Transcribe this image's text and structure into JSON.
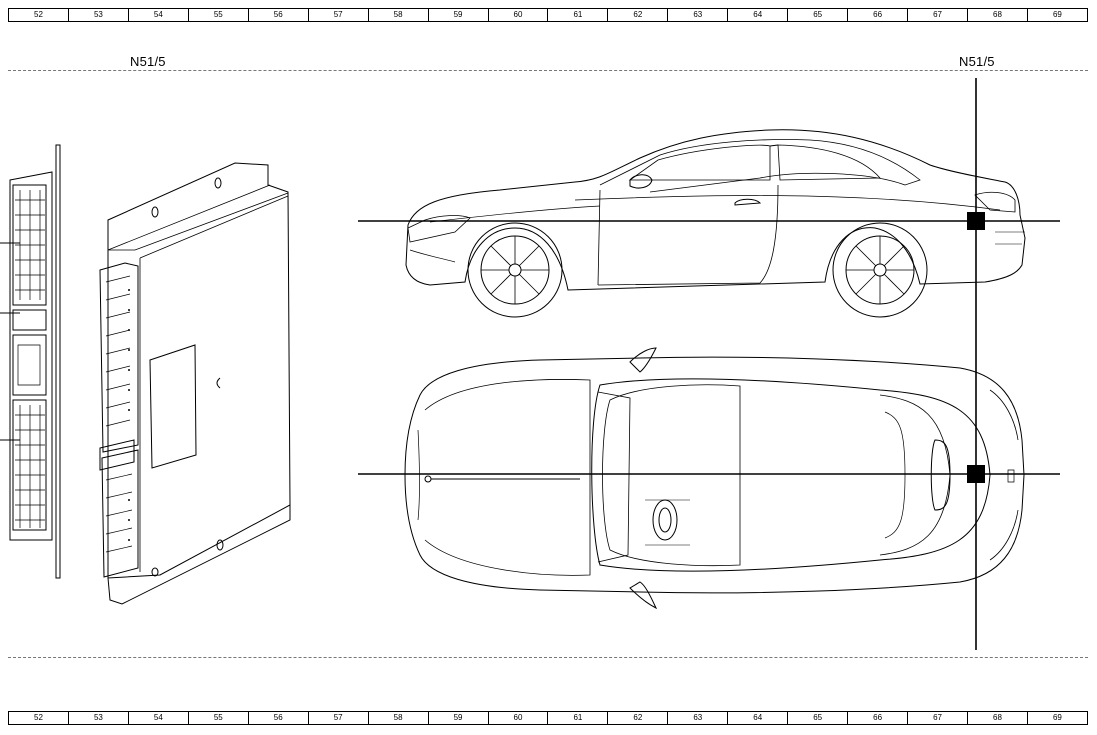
{
  "ruler_top": [
    "52",
    "53",
    "54",
    "55",
    "56",
    "57",
    "58",
    "59",
    "60",
    "61",
    "62",
    "63",
    "64",
    "65",
    "66",
    "67",
    "68",
    "69"
  ],
  "ruler_bottom": [
    "52",
    "53",
    "54",
    "55",
    "56",
    "57",
    "58",
    "59",
    "60",
    "61",
    "62",
    "63",
    "64",
    "65",
    "66",
    "67",
    "68",
    "69"
  ],
  "labels": {
    "component_left": "N51/5",
    "component_right": "N51/5"
  },
  "drawings": {
    "control_unit": "control-unit-drawing",
    "side_view": "car-side-view",
    "top_view": "car-top-view"
  },
  "colors": {
    "line": "#000000",
    "dash": "#777777",
    "marker": "#000000"
  }
}
